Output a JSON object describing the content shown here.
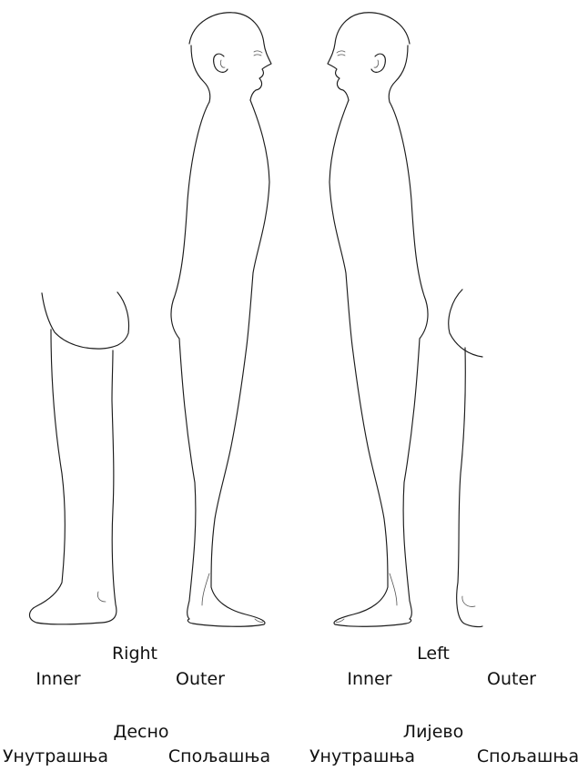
{
  "labels": {
    "right_en": "Right",
    "left_en": "Left",
    "right_inner_en": "Inner",
    "right_outer_en": "Outer",
    "left_inner_en": "Inner",
    "left_outer_en": "Outer",
    "right_sr": "Десно",
    "left_sr": "Лијево",
    "right_inner_sr": "Унутрашња",
    "right_outer_sr": "Спољашња",
    "left_inner_sr": "Унутрашња",
    "left_outer_sr": "Спољашња"
  }
}
